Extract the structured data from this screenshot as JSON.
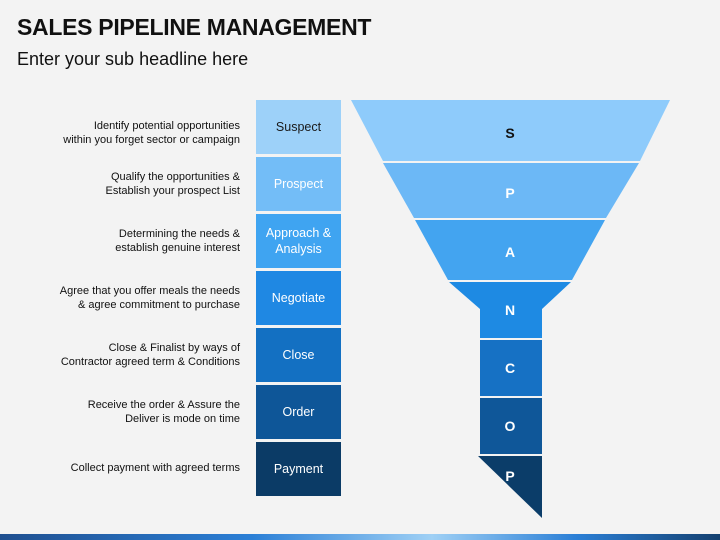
{
  "header": {
    "title": "SALES PIPELINE MANAGEMENT",
    "subtitle": "Enter your sub headline here"
  },
  "stages": [
    {
      "label": "Suspect",
      "letter": "S",
      "description": "Identify potential opportunities\nwithin you forget sector or campaign",
      "color": "#9dd1f9",
      "text_color": "#1a1a1a"
    },
    {
      "label": "Prospect",
      "letter": "P",
      "description": "Qualify the opportunities &\nEstablish your prospect List",
      "color": "#73bdf7",
      "text_color": "#ffffff"
    },
    {
      "label": "Approach &\nAnalysis",
      "letter": "A",
      "description": "Determining the needs &\nestablish genuine interest",
      "color": "#3fa4f1",
      "text_color": "#ffffff"
    },
    {
      "label": "Negotiate",
      "letter": "N",
      "description": "Agree that you offer meals the needs\n& agree commitment to purchase",
      "color": "#1f88e3",
      "text_color": "#ffffff"
    },
    {
      "label": "Close",
      "letter": "C",
      "description": "Close & Finalist by ways of\nContractor agreed term & Conditions",
      "color": "#1370c2",
      "text_color": "#ffffff"
    },
    {
      "label": "Order",
      "letter": "O",
      "description": "Receive the order & Assure the\nDeliver is mode on time",
      "color": "#0e5698",
      "text_color": "#ffffff"
    },
    {
      "label": "Payment",
      "letter": "P",
      "description": "Collect payment with agreed terms",
      "color": "#0b3b66",
      "text_color": "#ffffff"
    }
  ],
  "funnel_colors": [
    "#8ecbfb",
    "#6cb8f6",
    "#43a4f0",
    "#1e8ae3",
    "#1671c4",
    "#0f5799",
    "#0b3d69"
  ]
}
